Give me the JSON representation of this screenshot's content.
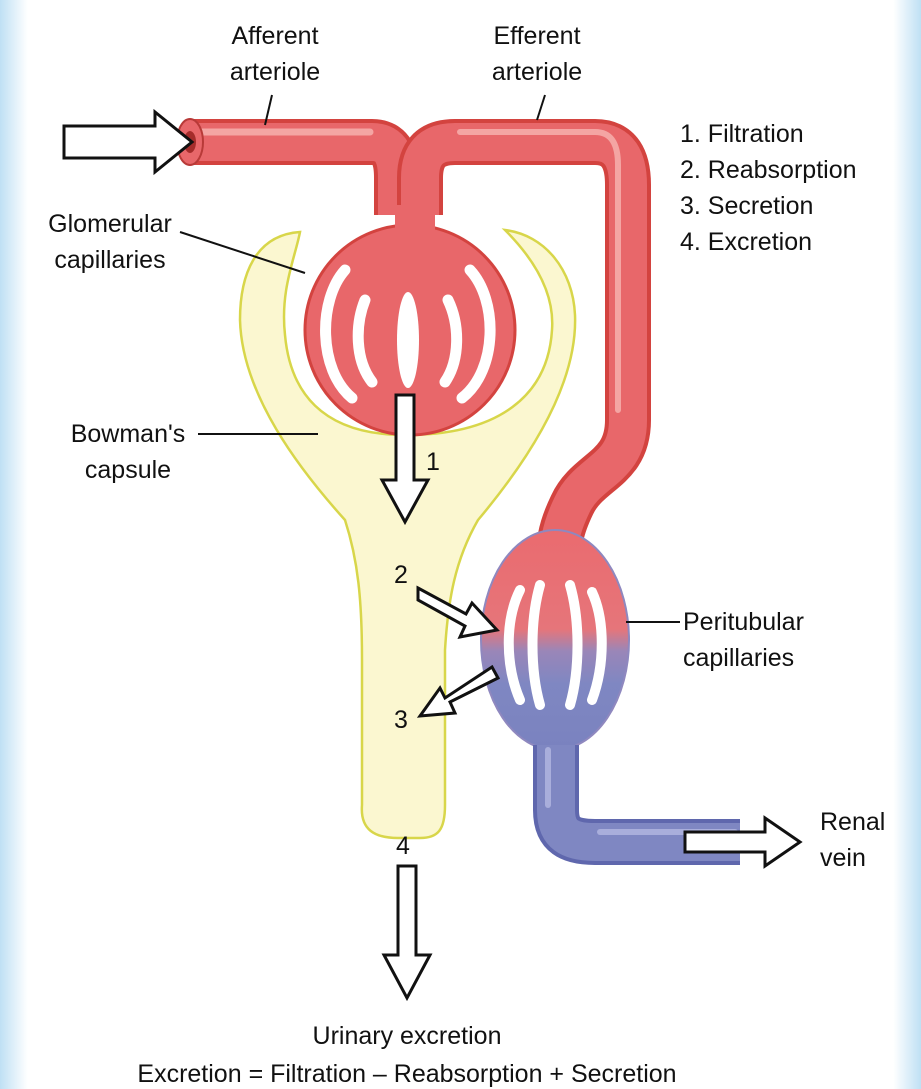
{
  "labels": {
    "afferent": [
      "Afferent",
      "arteriole"
    ],
    "efferent": [
      "Efferent",
      "arteriole"
    ],
    "glomerular": [
      "Glomerular",
      "capillaries"
    ],
    "bowman": [
      "Bowman's",
      "capsule"
    ],
    "peritubular": [
      "Peritubular",
      "capillaries"
    ],
    "renal_vein": [
      "Renal",
      "vein"
    ],
    "urinary": "Urinary excretion",
    "equation": "Excretion = Filtration – Reabsorption + Secretion"
  },
  "process_list": [
    "1. Filtration",
    "2. Reabsorption",
    "3. Secretion",
    "4. Excretion"
  ],
  "step_numbers": [
    "1",
    "2",
    "3",
    "4"
  ],
  "colors": {
    "background_edge": "#cfe7f6",
    "artery_red": "#e8676a",
    "artery_dark": "#d3433f",
    "artery_light": "#f4a5a3",
    "vein_blue": "#7f87c2",
    "vein_dark": "#5f67ad",
    "capsule_fill": "#fbf7d0",
    "capsule_stroke": "#d8d64a"
  }
}
